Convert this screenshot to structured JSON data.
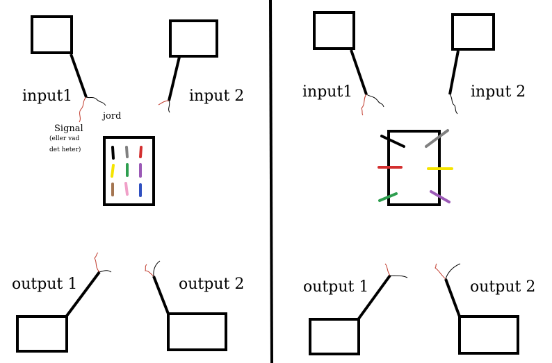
{
  "left": {
    "input1_label": "input1",
    "input2_label": "input 2",
    "output1_label": "output 1",
    "output2_label": "output 2",
    "ground_label": "jord",
    "signal_label": "Signal",
    "note_line1": "(eller vad",
    "note_line2": "det heter)"
  },
  "right": {
    "input1_label": "input1",
    "input2_label": "input 2",
    "output1_label": "output 1",
    "output2_label": "output 2"
  },
  "colors": {
    "line": "#000000",
    "signal_wire": "#c0392b",
    "pins": [
      "#000000",
      "#808080",
      "#d32f2f",
      "#f5e400",
      "#2e9e4f",
      "#9b59b6",
      "#a47551",
      "#f0a0c8",
      "#3050c0"
    ]
  }
}
